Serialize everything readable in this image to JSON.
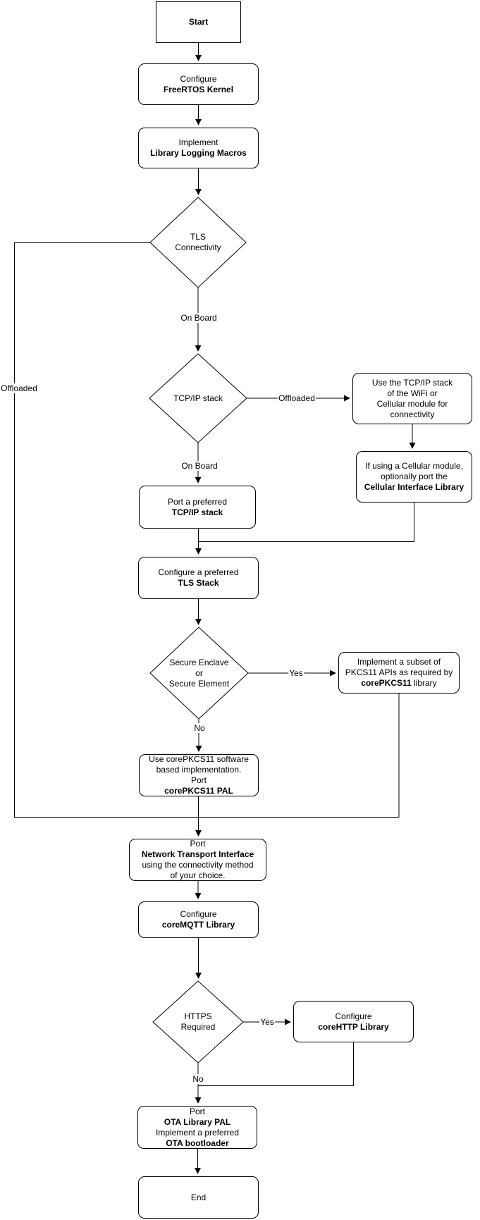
{
  "diagram": {
    "colors": {
      "stroke": "#000000",
      "node_fill": "#ffffff",
      "text": "#000000",
      "background": "#ffffff"
    },
    "nodes": {
      "start": {
        "label": "Start"
      },
      "configure_kernel": {
        "line1": "Configure",
        "line2": "FreeRTOS Kernel"
      },
      "logging_macros": {
        "line1": "Implement",
        "line2": "Library Logging Macros"
      },
      "tls_connectivity": {
        "line1": "TLS",
        "line2": "Connectivity"
      },
      "tcpip_decision": {
        "line1": "TCP/IP stack"
      },
      "use_offloaded_stack": {
        "line1": "Use the TCP/IP stack",
        "line2": "of the WiFi or",
        "line3": "Cellular module for",
        "line4": "connectivity"
      },
      "cellular_interface": {
        "line1": "If using a Cellular module,",
        "line2": "optionally port the",
        "line3": "Cellular Interface Library"
      },
      "port_tcpip": {
        "line1": "Port a preferred",
        "line2": "TCP/IP stack"
      },
      "configure_tls": {
        "line1": "Configure a preferred",
        "line2": "TLS Stack"
      },
      "secure_enclave": {
        "line1": "Secure Enclave",
        "line2": "or",
        "line3": "Secure Element"
      },
      "pkcs11_apis": {
        "line1": "Implement a subset of",
        "line2": "PKCS11 APIs as required by",
        "line3_bold": "corePKCS11",
        "line3_rest": " library"
      },
      "pkcs11_pal": {
        "line1": "Use corePKCS11 software",
        "line2": "based implementation.",
        "line3": "Port",
        "line4": "corePKCS11 PAL"
      },
      "network_transport": {
        "line1": "Port",
        "line2": "Network Transport Interface",
        "line3": "using the connectivity method",
        "line4": "of your choice."
      },
      "coremqtt": {
        "line1": "Configure",
        "line2": "coreMQTT Library"
      },
      "https_required": {
        "line1": "HTTPS",
        "line2": "Required"
      },
      "corehttp": {
        "line1": "Configure",
        "line2": "coreHTTP Library"
      },
      "ota_pal": {
        "line1": "Port",
        "line2": "OTA Library PAL",
        "line3": "Implement a preferred",
        "line4": "OTA bootloader"
      },
      "end": {
        "label": "End"
      }
    },
    "edge_labels": {
      "tls_offloaded": "Offloaded",
      "tls_on_board": "On Board",
      "tcpip_offloaded": "Offloaded",
      "tcpip_on_board": "On Board",
      "secure_yes": "Yes",
      "secure_no": "No",
      "https_yes": "Yes",
      "https_no": "No"
    }
  }
}
